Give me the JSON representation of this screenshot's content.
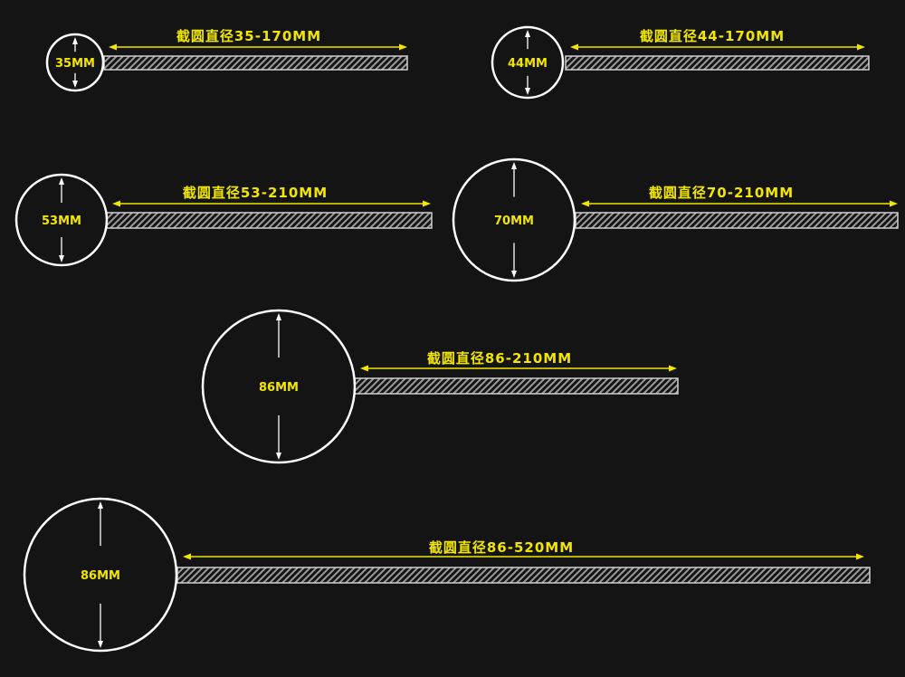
{
  "colors": {
    "background": "#141414",
    "accent": "#f2e600",
    "outline": "#ffffff"
  },
  "items": [
    {
      "diameter_label": "35MM",
      "range_label": "截圆直径35-170MM"
    },
    {
      "diameter_label": "44MM",
      "range_label": "截圆直径44-170MM"
    },
    {
      "diameter_label": "53MM",
      "range_label": "截圆直径53-210MM"
    },
    {
      "diameter_label": "70MM",
      "range_label": "截圆直径70-210MM"
    },
    {
      "diameter_label": "86MM",
      "range_label": "截圆直径86-210MM"
    },
    {
      "diameter_label": "86MM",
      "range_label": "截圆直径86-520MM"
    }
  ]
}
